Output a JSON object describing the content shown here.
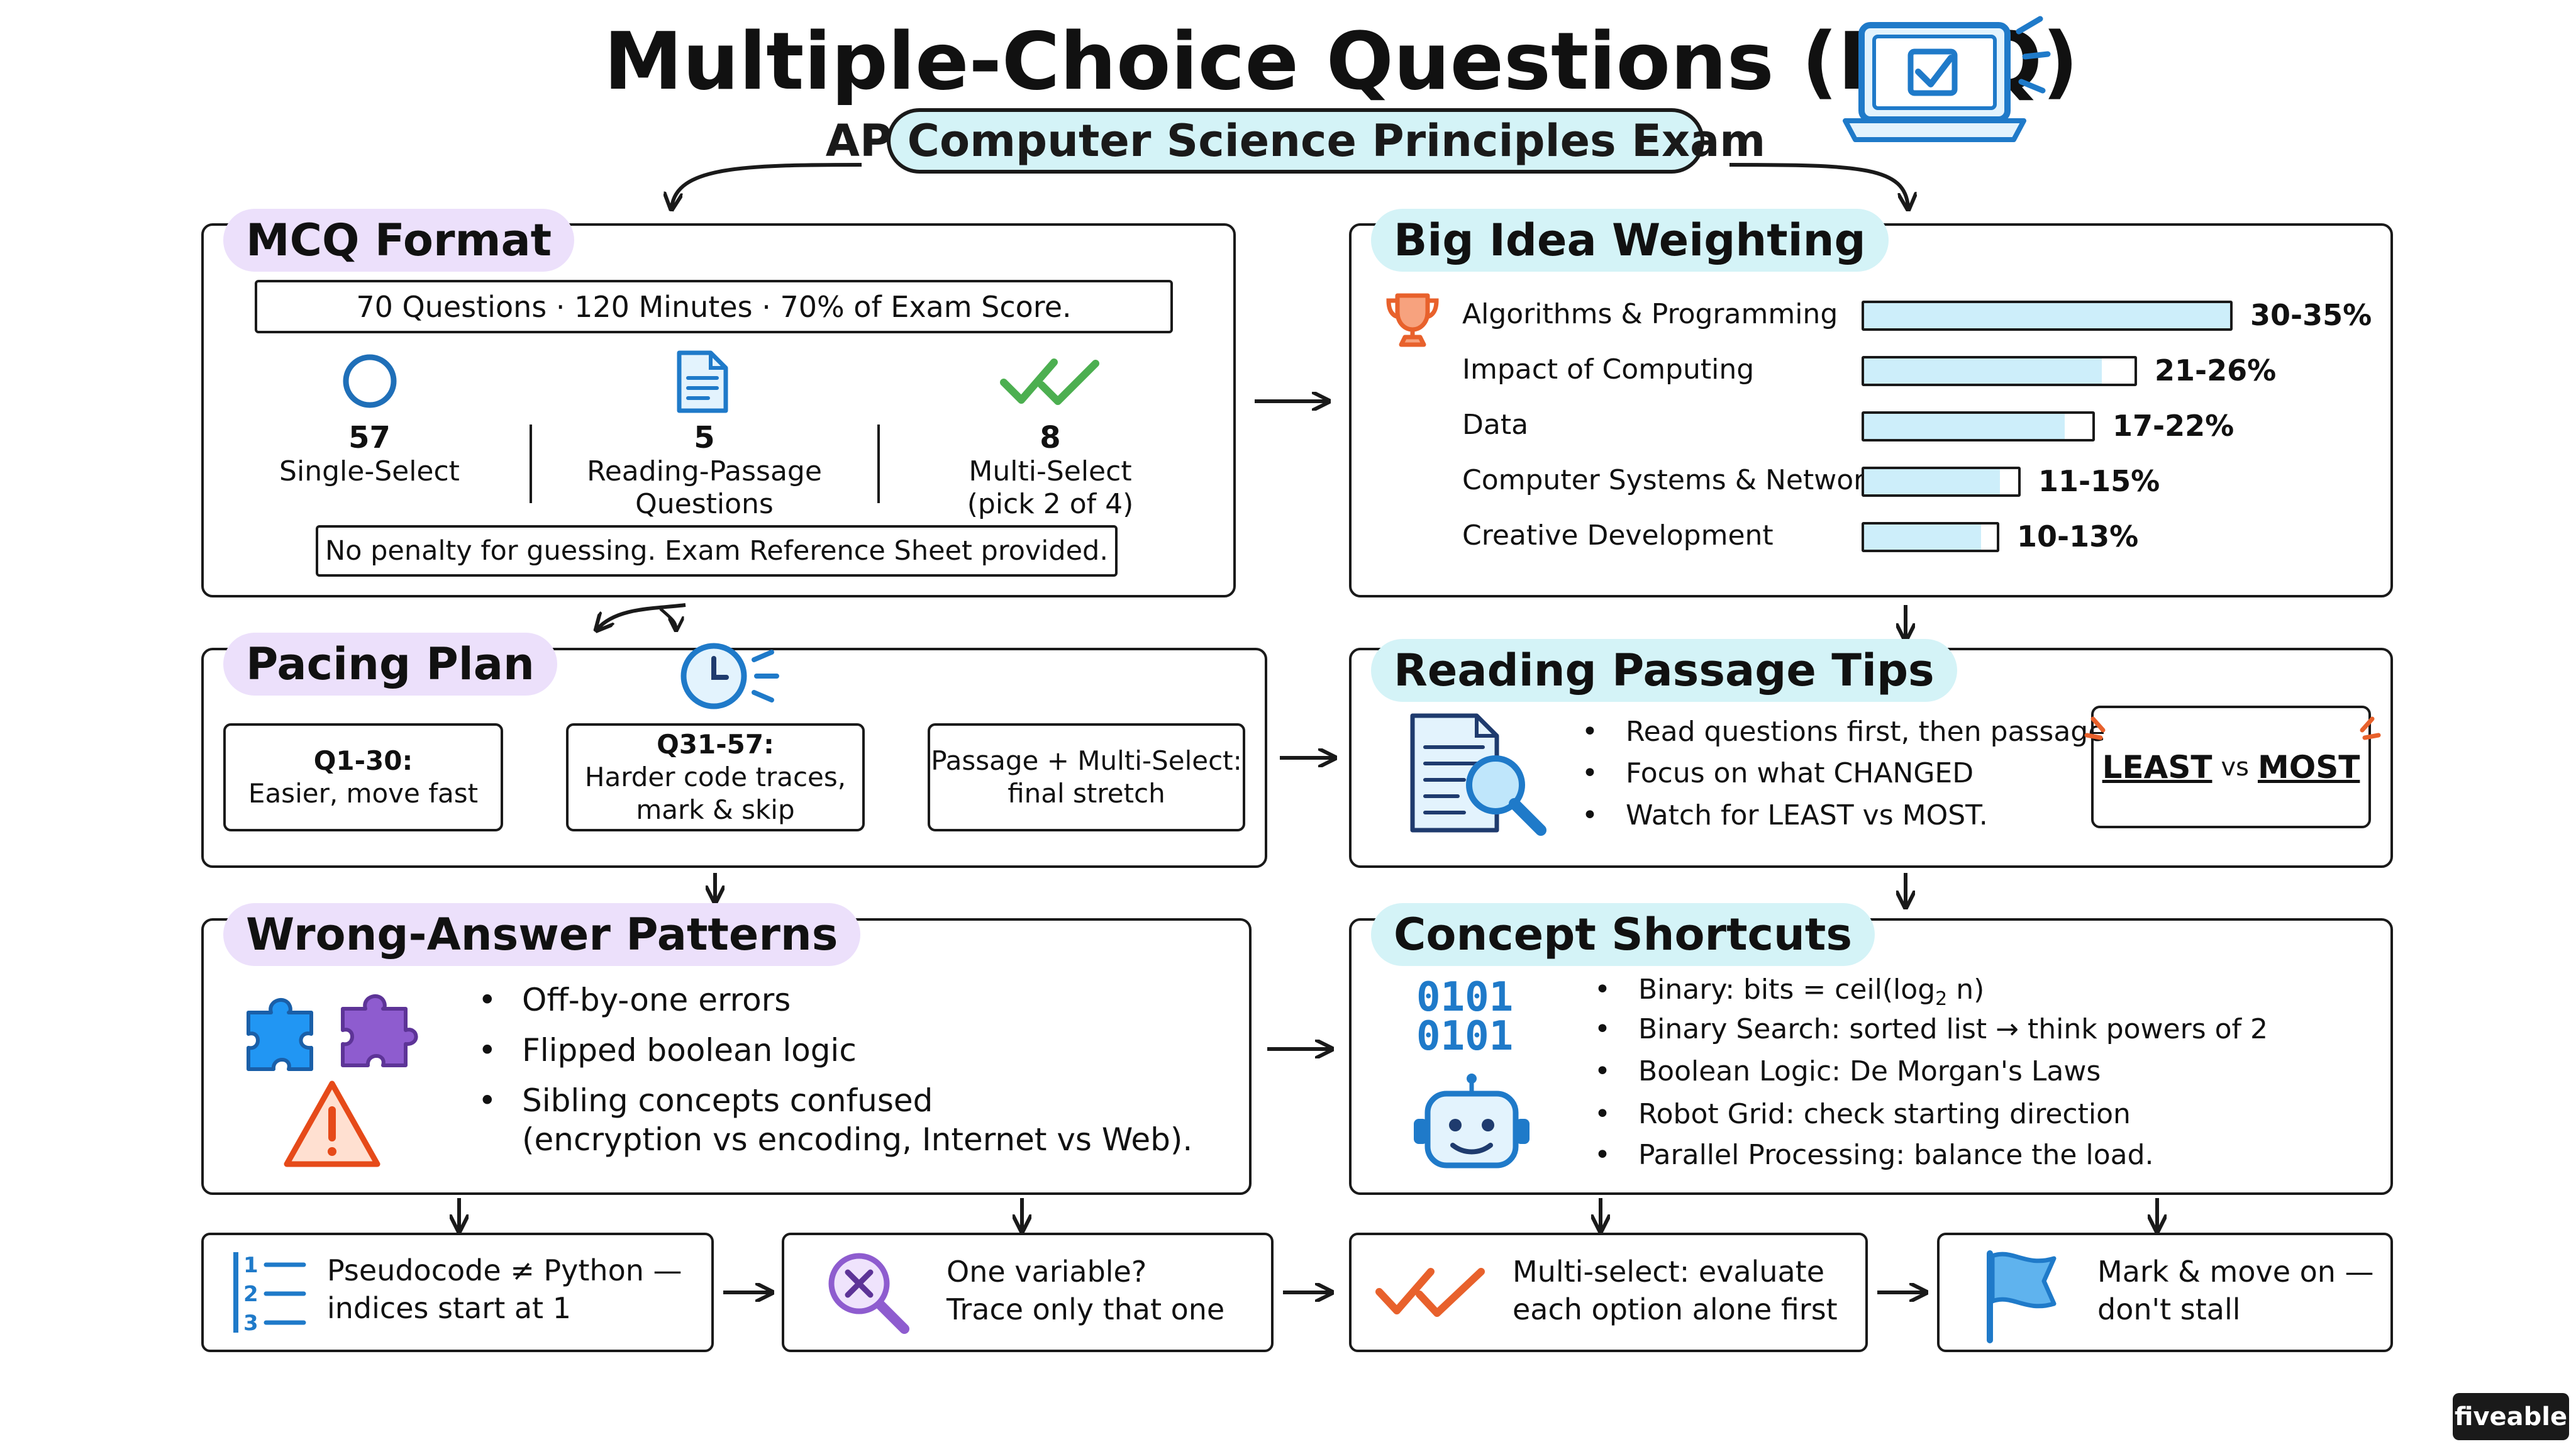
{
  "header": {
    "title": "Multiple-Choice Questions (MCQ)",
    "subtitle": "AP Computer Science Principles Exam"
  },
  "format": {
    "title": "MCQ Format",
    "summary": "70 Questions · 120 Minutes · 70% of Exam Score.",
    "types": [
      {
        "count": "57",
        "line1": "Single-Select",
        "line2": ""
      },
      {
        "count": "5",
        "line1": "Reading-Passage",
        "line2": "Questions"
      },
      {
        "count": "8",
        "line1": "Multi-Select",
        "line2": "(pick 2 of 4)"
      }
    ],
    "note": "No penalty for guessing. Exam Reference Sheet provided."
  },
  "weighting": {
    "title": "Big Idea Weighting",
    "rows": [
      {
        "label": "Algorithms & Programming",
        "range": "30-35%",
        "fill": 0.35
      },
      {
        "label": "Impact of Computing",
        "range": "21-26%",
        "fill": 0.26
      },
      {
        "label": "Data",
        "range": "17-22%",
        "fill": 0.22
      },
      {
        "label": "Computer Systems & Networks",
        "range": "11-15%",
        "fill": 0.15
      },
      {
        "label": "Creative Development",
        "range": "10-13%",
        "fill": 0.13
      }
    ],
    "bar_color": "#cdeefa"
  },
  "pacing": {
    "title": "Pacing Plan",
    "steps": [
      {
        "line1": "Q1-30:",
        "line2": "Easier, move fast",
        "line3": ""
      },
      {
        "line1": "Q31-57:",
        "line2": "Harder code traces,",
        "line3": "mark & skip"
      },
      {
        "line1": "Passage + Multi-Select:",
        "line2": "final stretch",
        "line3": ""
      }
    ]
  },
  "reading": {
    "title": "Reading Passage Tips",
    "tips": [
      "Read questions first, then passage",
      "Focus on what CHANGED",
      "Watch for LEAST vs MOST."
    ],
    "badge_least": "LEAST",
    "badge_vs": "vs",
    "badge_most": "MOST"
  },
  "wrong": {
    "title": "Wrong-Answer Patterns",
    "items": [
      "Off-by-one errors",
      "Flipped boolean logic",
      "Sibling concepts confused",
      "(encryption vs encoding, Internet vs Web)."
    ]
  },
  "concepts": {
    "title": "Concept Shortcuts",
    "binary_line1": "0101",
    "binary_line2": "0101",
    "item1_prefix": "Binary: bits = ceil(log",
    "item1_sub": "2",
    "item1_suffix": " n)",
    "items": [
      "Binary Search: sorted list → think powers of 2",
      "Boolean Logic: De Morgan's Laws",
      "Robot Grid: check starting direction",
      "Parallel Processing: balance the load."
    ]
  },
  "tips": [
    {
      "line1": "Pseudocode ≠ Python —",
      "line2": "indices start at 1"
    },
    {
      "line1": "One variable?",
      "line2": "Trace only that one"
    },
    {
      "line1": "Multi-select: evaluate",
      "line2": "each option alone first"
    },
    {
      "line1": "Mark & move on —",
      "line2": "don't stall"
    }
  ],
  "brand": "fiveable",
  "colors": {
    "accent_blue": "#1f7ac9",
    "check_green": "#4caf50",
    "warning_red": "#e64a19",
    "puzzle_purple": "#8e5ccf",
    "trophy_orange": "#e8612c"
  }
}
